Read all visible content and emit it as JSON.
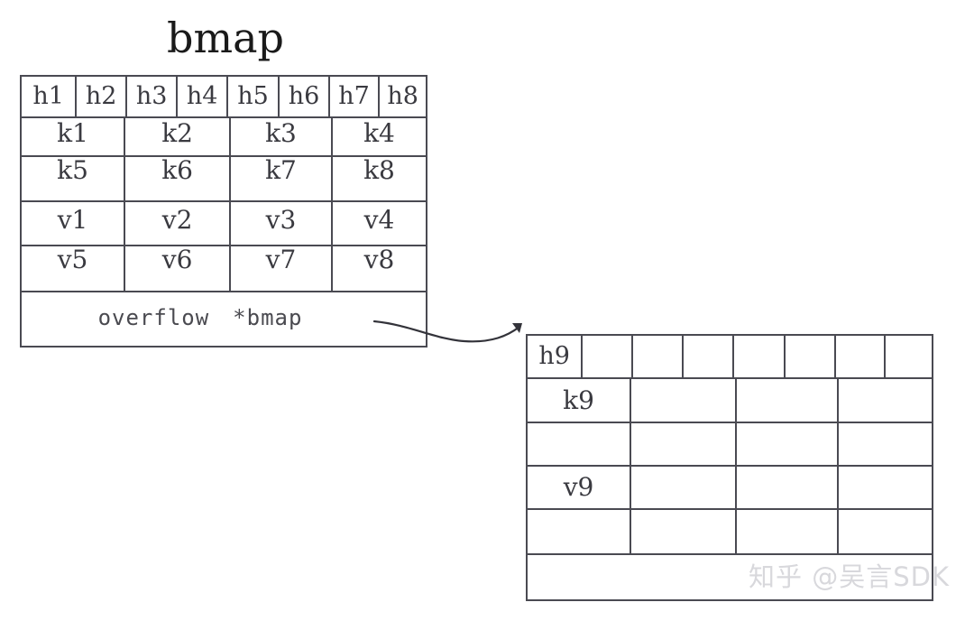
{
  "diagram": {
    "title": "bmap",
    "watermark": "知乎 @吴言SDK",
    "colors": {
      "stroke": "#4a4a52",
      "text": "#3a3a40",
      "background": "#ffffff",
      "watermark": "#d8d8dc"
    }
  },
  "bucket_left": {
    "name": "bmap",
    "tophash_row": {
      "cells": [
        "h1",
        "h2",
        "h3",
        "h4",
        "h5",
        "h6",
        "h7",
        "h8"
      ]
    },
    "key_rows": [
      {
        "cells": [
          "k1",
          "k2",
          "k3",
          "k4"
        ]
      },
      {
        "cells": [
          "k5",
          "k6",
          "k7",
          "k8"
        ]
      }
    ],
    "value_rows": [
      {
        "cells": [
          "v1",
          "v2",
          "v3",
          "v4"
        ]
      },
      {
        "cells": [
          "v5",
          "v6",
          "v7",
          "v8"
        ]
      }
    ],
    "overflow_row": {
      "label": "overflow",
      "pointer": "*bmap"
    }
  },
  "bucket_right": {
    "tophash_row": {
      "cells": [
        "h9",
        "",
        "",
        "",
        "",
        "",
        "",
        ""
      ]
    },
    "key_rows": [
      {
        "cells": [
          "k9",
          "",
          "",
          ""
        ]
      },
      {
        "cells": [
          "",
          "",
          "",
          ""
        ]
      }
    ],
    "value_rows": [
      {
        "cells": [
          "v9",
          "",
          "",
          ""
        ]
      },
      {
        "cells": [
          "",
          "",
          "",
          ""
        ]
      }
    ],
    "overflow_row": {
      "label": "",
      "pointer": ""
    }
  },
  "connector": {
    "name": "overflow-pointer-arrow",
    "from": "bucket_left.overflow_row",
    "to": "bucket_right"
  }
}
